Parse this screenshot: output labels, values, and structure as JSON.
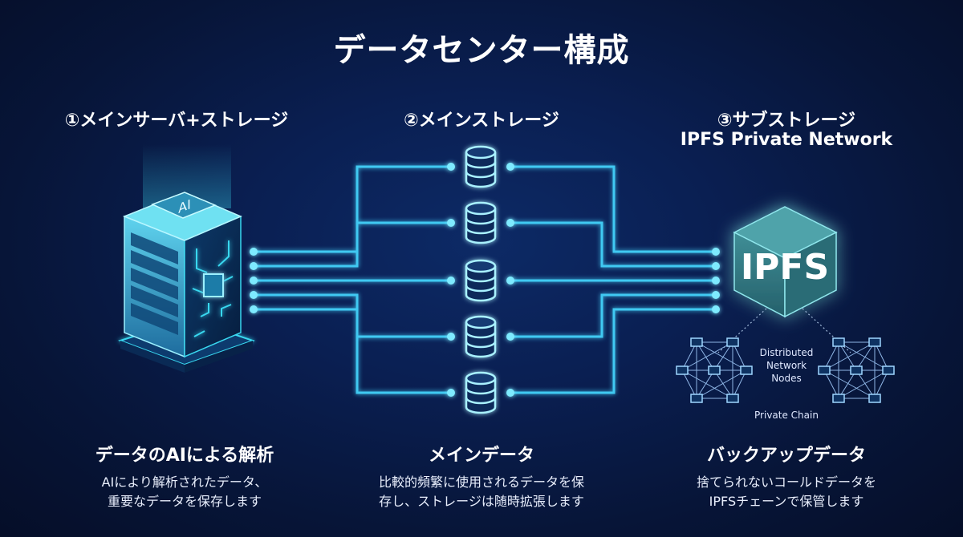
{
  "title": "データセンター構成",
  "columns": [
    {
      "heading": "①メインサーバ+ストレージ",
      "subheading": "",
      "caption": "データのAIによる解析",
      "desc_lines": [
        "AIにより解析されたデータ、",
        "重要なデータを保存します"
      ]
    },
    {
      "heading": "②メインストレージ",
      "subheading": "",
      "caption": "メインデータ",
      "desc_lines": [
        "比較的頻繁に使用されるデータを保",
        "存し、ストレージは随時拡張します"
      ]
    },
    {
      "heading": "③サブストレージ",
      "subheading": "IPFS Private Network",
      "caption": "バックアップデータ",
      "desc_lines": [
        "捨てられないコールドデータを",
        "IPFSチェーンで保管します"
      ]
    }
  ],
  "server": {
    "chip_label": "AI"
  },
  "ipfs": {
    "cube_label": "IPFS",
    "network_label_lines": [
      "Distributed",
      "Network",
      "Nodes"
    ],
    "chain_label": "Private Chain"
  },
  "colors": {
    "accent": "#39d8f0",
    "line": "#41c9f2",
    "background": "#0a1f52",
    "cube": "#2f7a86"
  }
}
